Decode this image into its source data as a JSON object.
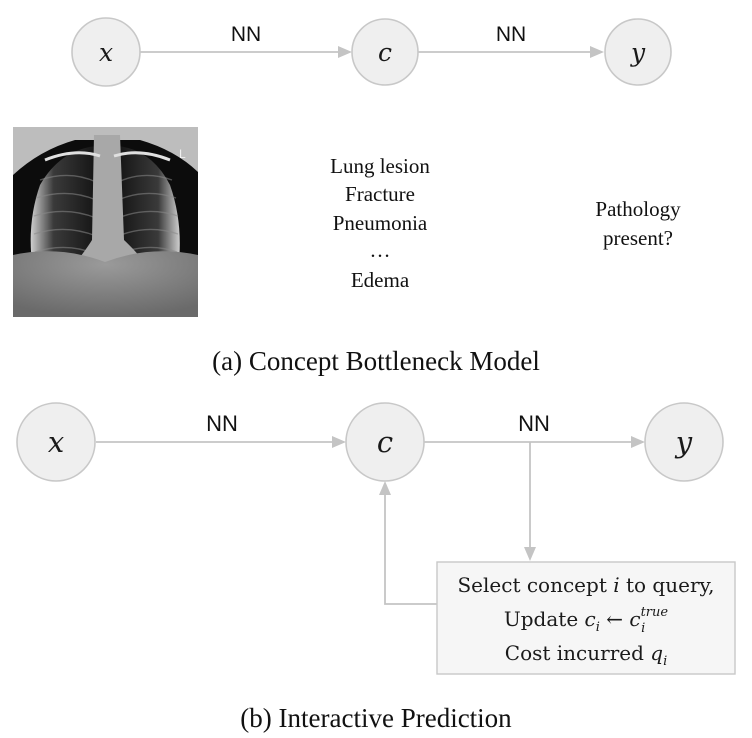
{
  "panel_a": {
    "nodes": {
      "x": "x",
      "c": "c",
      "y": "y"
    },
    "edge_labels": {
      "x_to_c": "NN",
      "c_to_y": "NN"
    },
    "image": {
      "marker": "L"
    },
    "concepts": [
      "Lung lesion",
      "Fracture",
      "Pneumonia",
      "…",
      "Edema"
    ],
    "output_lines": [
      "Pathology",
      "present?"
    ],
    "caption": "(a) Concept Bottleneck Model"
  },
  "panel_b": {
    "nodes": {
      "x": "x",
      "c": "c",
      "y": "y"
    },
    "edge_labels": {
      "x_to_c": "NN",
      "c_to_y": "NN"
    },
    "box": {
      "line1": {
        "pre": "Select concept ",
        "var": "i",
        "post": " to query,"
      },
      "line2": {
        "pre": "Update ",
        "var": "c",
        "sub": "i",
        "arrow": " ← ",
        "var2": "c",
        "sup2": "true",
        "sub2": "i"
      },
      "line3": {
        "pre": "Cost incurred ",
        "var": "q",
        "sub": "i"
      }
    },
    "caption": "(b) Interactive Prediction"
  },
  "colors": {
    "node_fill": "#efefef",
    "node_stroke": "#c8c8c8",
    "edge": "#c4c4c4"
  }
}
